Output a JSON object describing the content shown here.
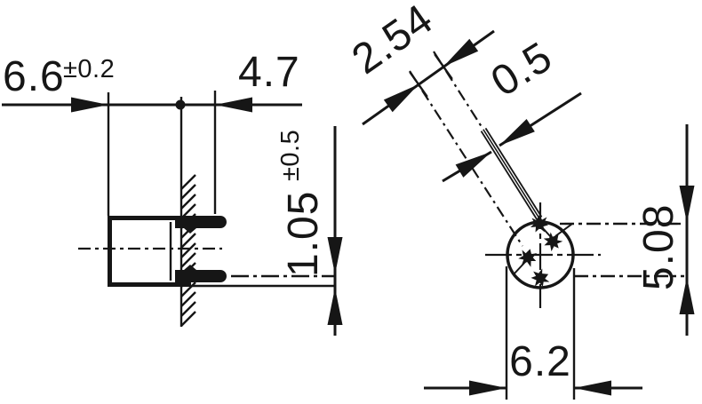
{
  "drawing": {
    "dims": {
      "d66": {
        "value": "6.6",
        "tol": "±0.2"
      },
      "d47": {
        "value": "4.7"
      },
      "d105": {
        "value": "1.05",
        "tol": "±0.5"
      },
      "d254": {
        "value": "2.54"
      },
      "d05": {
        "value": "0.5"
      },
      "d508": {
        "value": "5.08"
      },
      "d62": {
        "value": "6.2"
      }
    },
    "colors": {
      "ink": "#161616",
      "paper": "#ffffff"
    }
  }
}
